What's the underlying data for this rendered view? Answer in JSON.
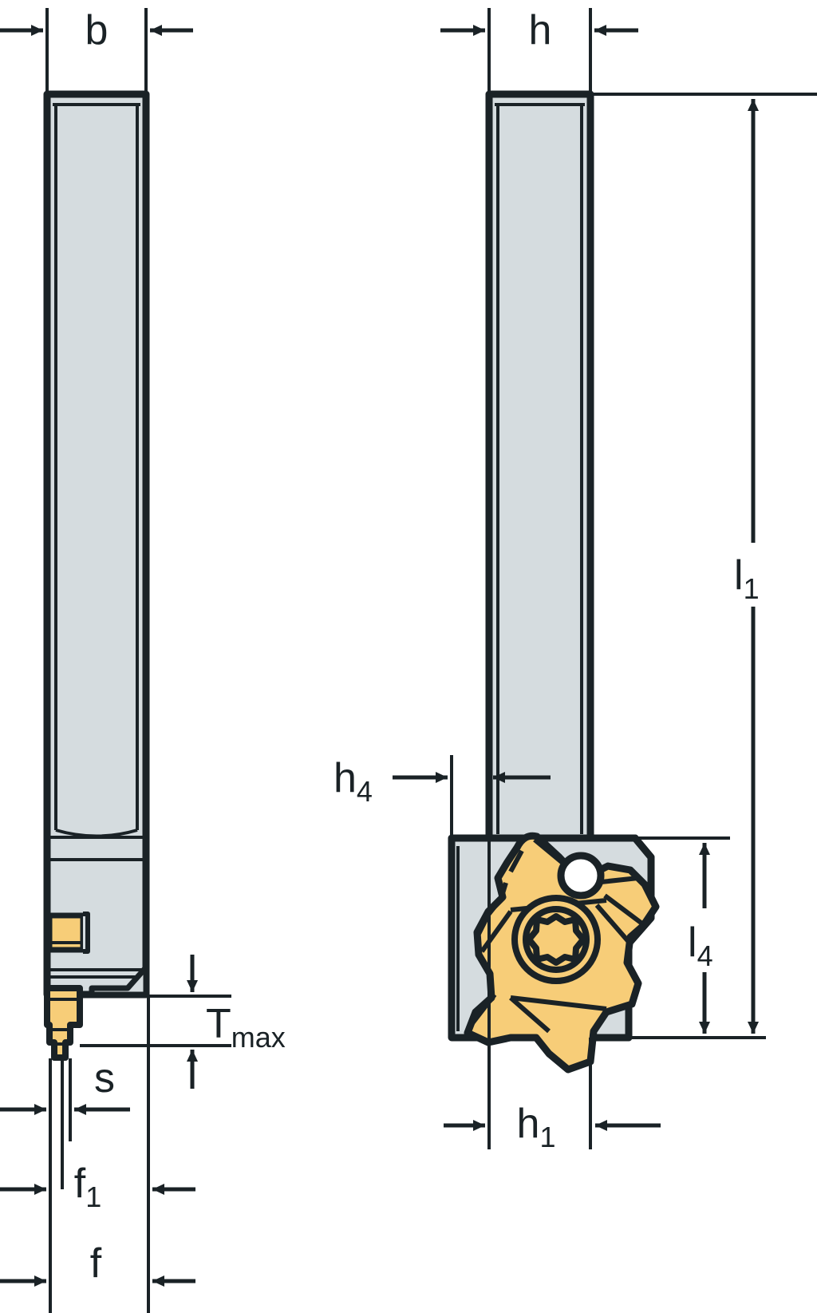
{
  "drawing": {
    "title": "Grooving tool holder dimensional drawing",
    "type": "technical-engineering-drawing",
    "views": [
      {
        "name": "front-view",
        "label": "left side view of tool shank with grooving blade"
      },
      {
        "name": "side-view",
        "label": "right side view of tool shank with star insert"
      }
    ],
    "colors": {
      "outline": "#1a2226",
      "steel_body": "#d5dcdf",
      "steel_body_light": "#e2e8ea",
      "carbide_insert": "#f7cd78",
      "carbide_insert_light": "#fbdfa3",
      "background": "#ffffff"
    }
  },
  "dimensions": {
    "b": {
      "symbol": "b",
      "sub": "",
      "view": "front-view",
      "position": "top",
      "orientation": "horizontal"
    },
    "h": {
      "symbol": "h",
      "sub": "",
      "view": "side-view",
      "position": "top",
      "orientation": "horizontal"
    },
    "l1": {
      "symbol": "l",
      "sub": "1",
      "view": "side-view",
      "position": "right",
      "orientation": "vertical"
    },
    "h4": {
      "symbol": "h",
      "sub": "4",
      "view": "side-view",
      "position": "left-middle",
      "orientation": "horizontal"
    },
    "l4": {
      "symbol": "l",
      "sub": "4",
      "view": "side-view",
      "position": "right-lower",
      "orientation": "vertical"
    },
    "h1": {
      "symbol": "h",
      "sub": "1",
      "view": "side-view",
      "position": "bottom",
      "orientation": "horizontal"
    },
    "Tmax": {
      "symbol": "T",
      "sub": "max",
      "view": "front-view",
      "position": "right-lower",
      "orientation": "vertical"
    },
    "s": {
      "symbol": "s",
      "sub": "",
      "view": "front-view",
      "position": "bottom",
      "orientation": "horizontal"
    },
    "f1": {
      "symbol": "f",
      "sub": "1",
      "view": "front-view",
      "position": "bottom",
      "orientation": "horizontal"
    },
    "f": {
      "symbol": "f",
      "sub": "",
      "view": "front-view",
      "position": "bottom",
      "orientation": "horizontal"
    }
  }
}
